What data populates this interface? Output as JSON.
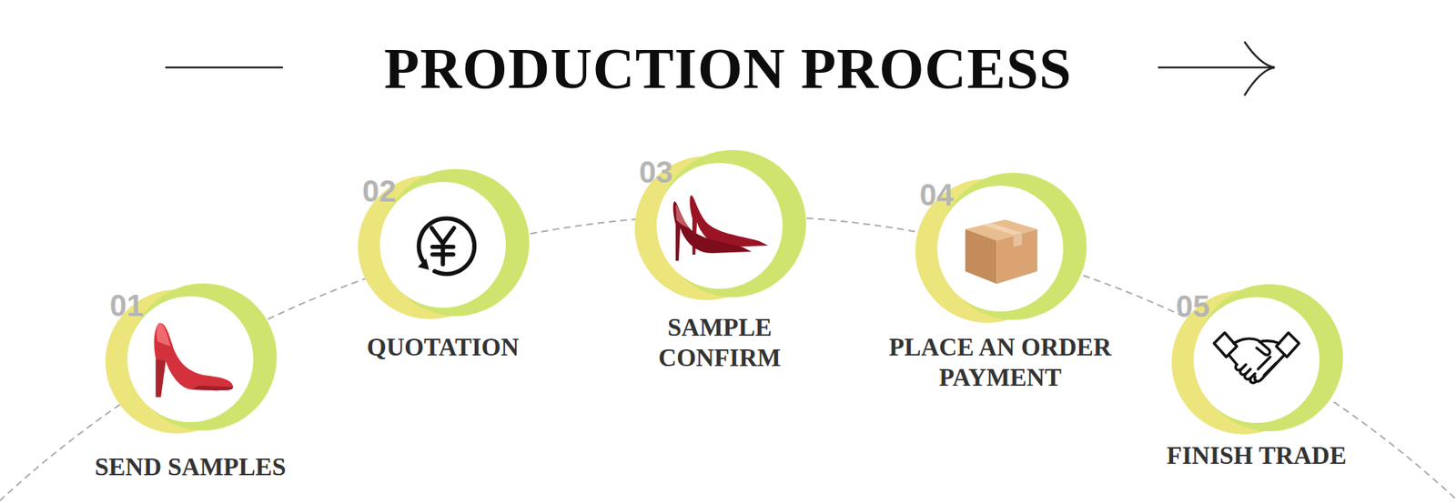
{
  "diagram": {
    "title": "PRODUCTION PROCESS",
    "nodes": [
      {
        "text": [
          "01",
          "SEND SAMPLES"
        ]
      },
      {
        "text": [
          "02",
          "QUOTATION"
        ]
      },
      {
        "text": [
          "03",
          "SAMPLE CONFIRM"
        ]
      },
      {
        "text": [
          "04",
          "PLACE AN ORDER PAYMENT"
        ]
      },
      {
        "text": [
          "05",
          "FINISH TRADE"
        ]
      }
    ],
    "edges": [
      {
        "from": 0,
        "to": 1,
        "arrow": "none"
      },
      {
        "from": 1,
        "to": 2,
        "arrow": "none"
      },
      {
        "from": 2,
        "to": 3,
        "arrow": "none"
      },
      {
        "from": 3,
        "to": 4,
        "arrow": "none"
      }
    ]
  }
}
